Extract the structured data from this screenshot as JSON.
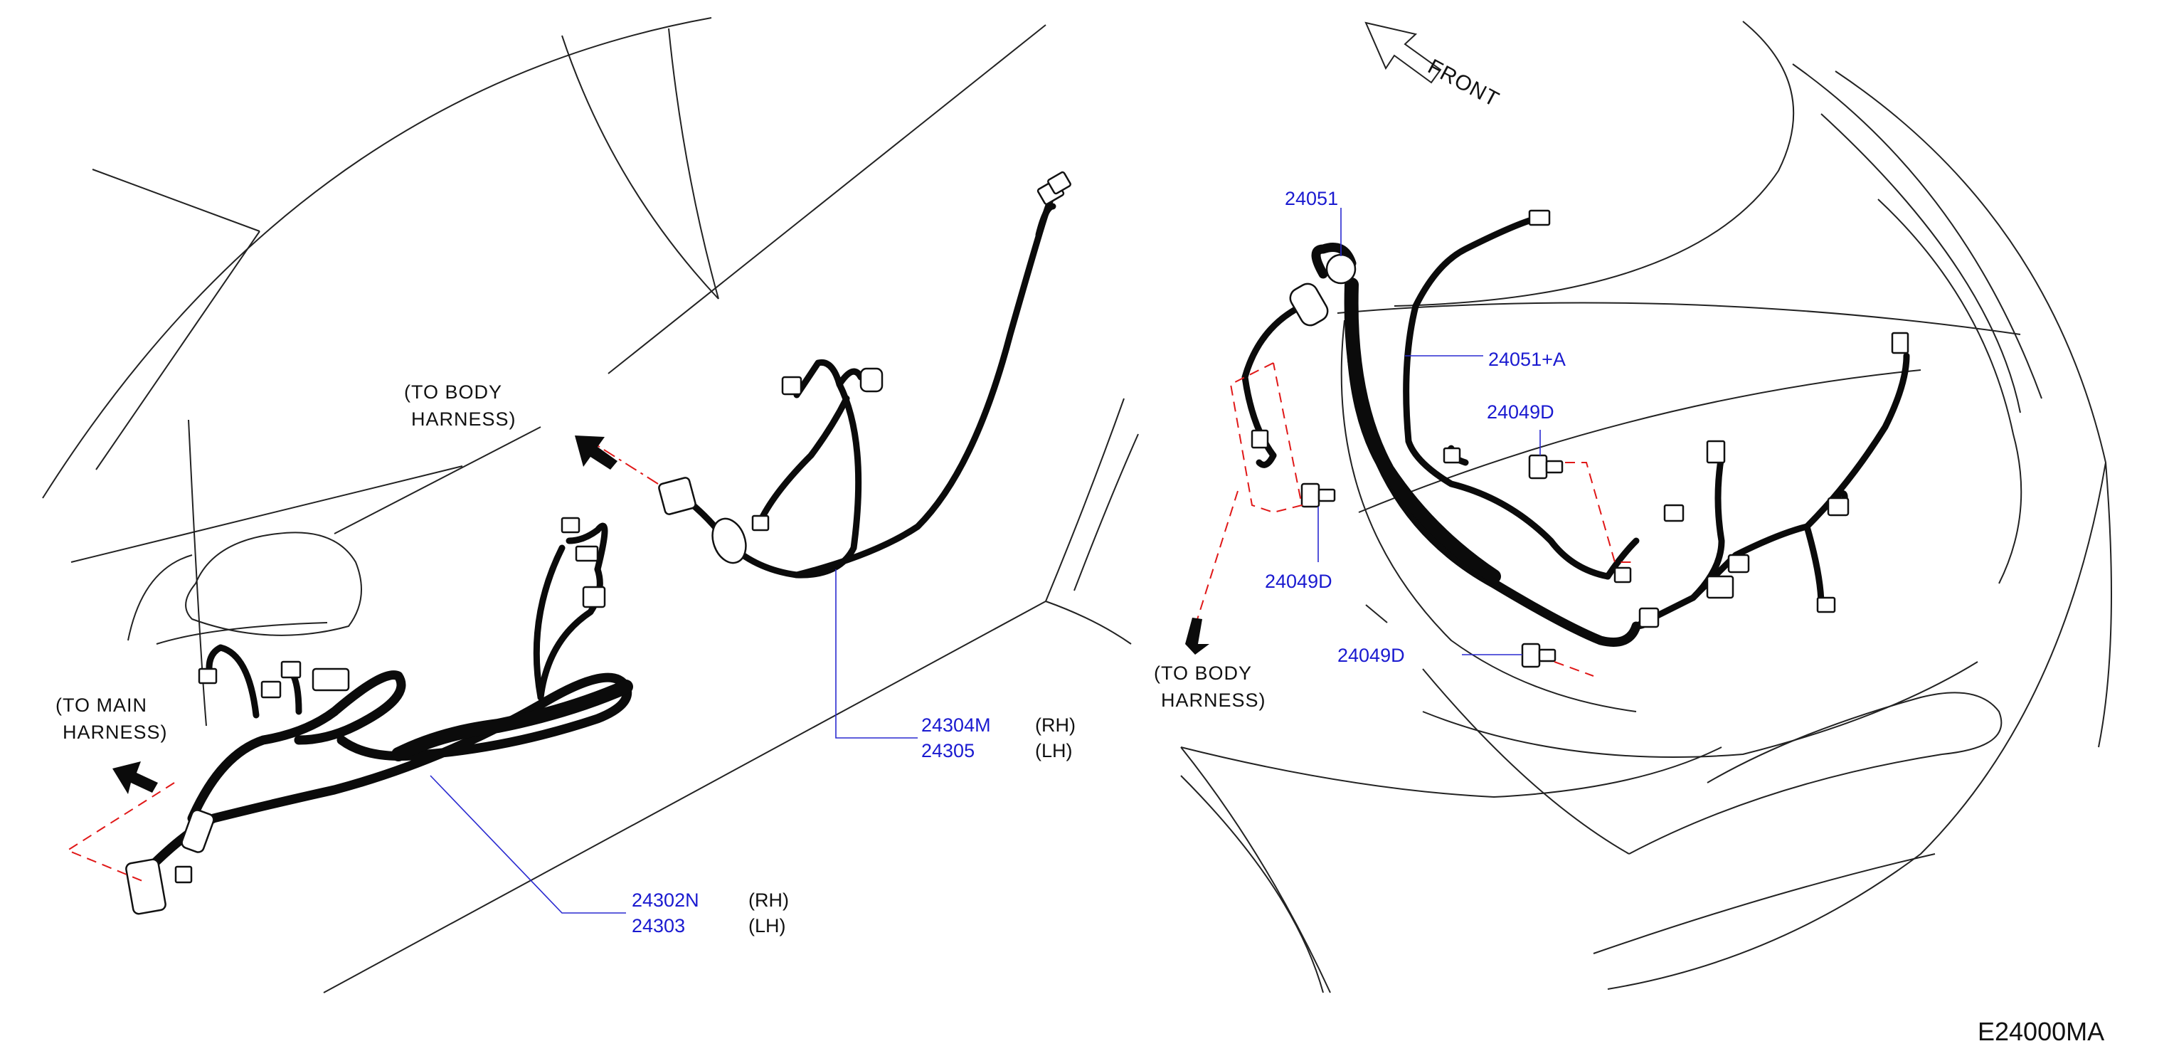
{
  "labels": {
    "to_body_harness_1": [
      "(TO   BODY",
      "HARNESS)"
    ],
    "to_body_harness_2": [
      "(TO   BODY",
      "HARNESS)"
    ],
    "to_main_harness": [
      "(TO   MAIN",
      "HARNESS)"
    ],
    "front": "FRONT",
    "diagram_code": "E24000MA"
  },
  "parts": {
    "p24304M": {
      "number": "24304M",
      "side": "(RH)"
    },
    "p24305": {
      "number": "24305",
      "side": "(LH)"
    },
    "p24302N": {
      "number": "24302N",
      "side": "(RH)"
    },
    "p24303": {
      "number": "24303",
      "side": "(LH)"
    },
    "p24051": {
      "number": "24051"
    },
    "p24051A": {
      "number": "24051+A"
    },
    "p24049D_top": {
      "number": "24049D"
    },
    "p24049D_mid": {
      "number": "24049D"
    },
    "p24049D_low": {
      "number": "24049D"
    }
  },
  "colors": {
    "part_number": "#1a1ad0",
    "leader_line": "#2a2ad0",
    "phantom_line": "#e01818",
    "harness": "#0b0b0b"
  }
}
